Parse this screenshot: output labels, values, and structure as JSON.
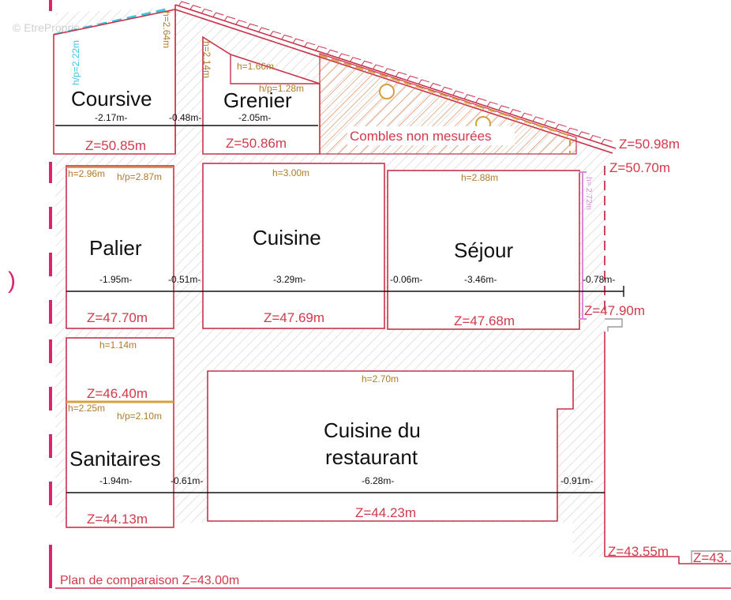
{
  "watermark": "© EtreProprio.com",
  "rooms": {
    "coursive": {
      "name": "Coursive",
      "z": "Z=50.85m",
      "h1": "h/p=2.22m",
      "h2": "h=2.64m"
    },
    "grenier": {
      "name": "Grenier",
      "z": "Z=50.86m",
      "h1": "h=2.14m",
      "h2": "h=1.66m",
      "h3": "h/p=1.28m"
    },
    "combles": {
      "name": "Combles non mesurées"
    },
    "palier": {
      "name": "Palier",
      "z": "Z=47.70m",
      "h1": "h=2.96m",
      "h2": "h/p=2.87m"
    },
    "cuisine": {
      "name": "Cuisine",
      "z": "Z=47.69m",
      "h1": "h=3.00m"
    },
    "sejour": {
      "name": "Séjour",
      "z": "Z=47.68m",
      "h1": "h=2.88m",
      "h2": "h= 2.72m"
    },
    "sanitaires": {
      "name": "Sanitaires",
      "z": "Z=44.13m",
      "z_mid": "Z=46.40m",
      "h1": "h=1.14m",
      "h2": "h=2.25m",
      "h3": "h/p=2.10m"
    },
    "restaurant": {
      "name_line1": "Cuisine du",
      "name_line2": "restaurant",
      "z": "Z=44.23m",
      "h1": "h=2.70m"
    }
  },
  "roof_levels": {
    "z_top": "Z=50.98m",
    "z_under": "Z=50.70m"
  },
  "exterior_levels": {
    "z_mid": "Z=47.90m",
    "z_low": "Z=43.55m",
    "z_low_cut": "Z=43."
  },
  "dims": {
    "top": [
      "-2.17m-",
      "-0.48m-",
      "-2.05m-"
    ],
    "mid": [
      "-1.95m-",
      "-0.51m-",
      "-3.29m-",
      "-0.06m-",
      "-3.46m-",
      "-0.78m-"
    ],
    "bottom": [
      "-1.94m-",
      "-0.61m-",
      "-6.28m-",
      "-0.91m-"
    ]
  },
  "comparison_plane": "Plan de comparaison Z=43.00m",
  "colors": {
    "wall": "#c8324a",
    "level_text": "#d23a4a",
    "height_text": "#b07a2a",
    "pink_mark": "#d8266e",
    "attic": "#e07a3a",
    "violet": "#d98ad9",
    "hatch": "#c9c9c9"
  }
}
